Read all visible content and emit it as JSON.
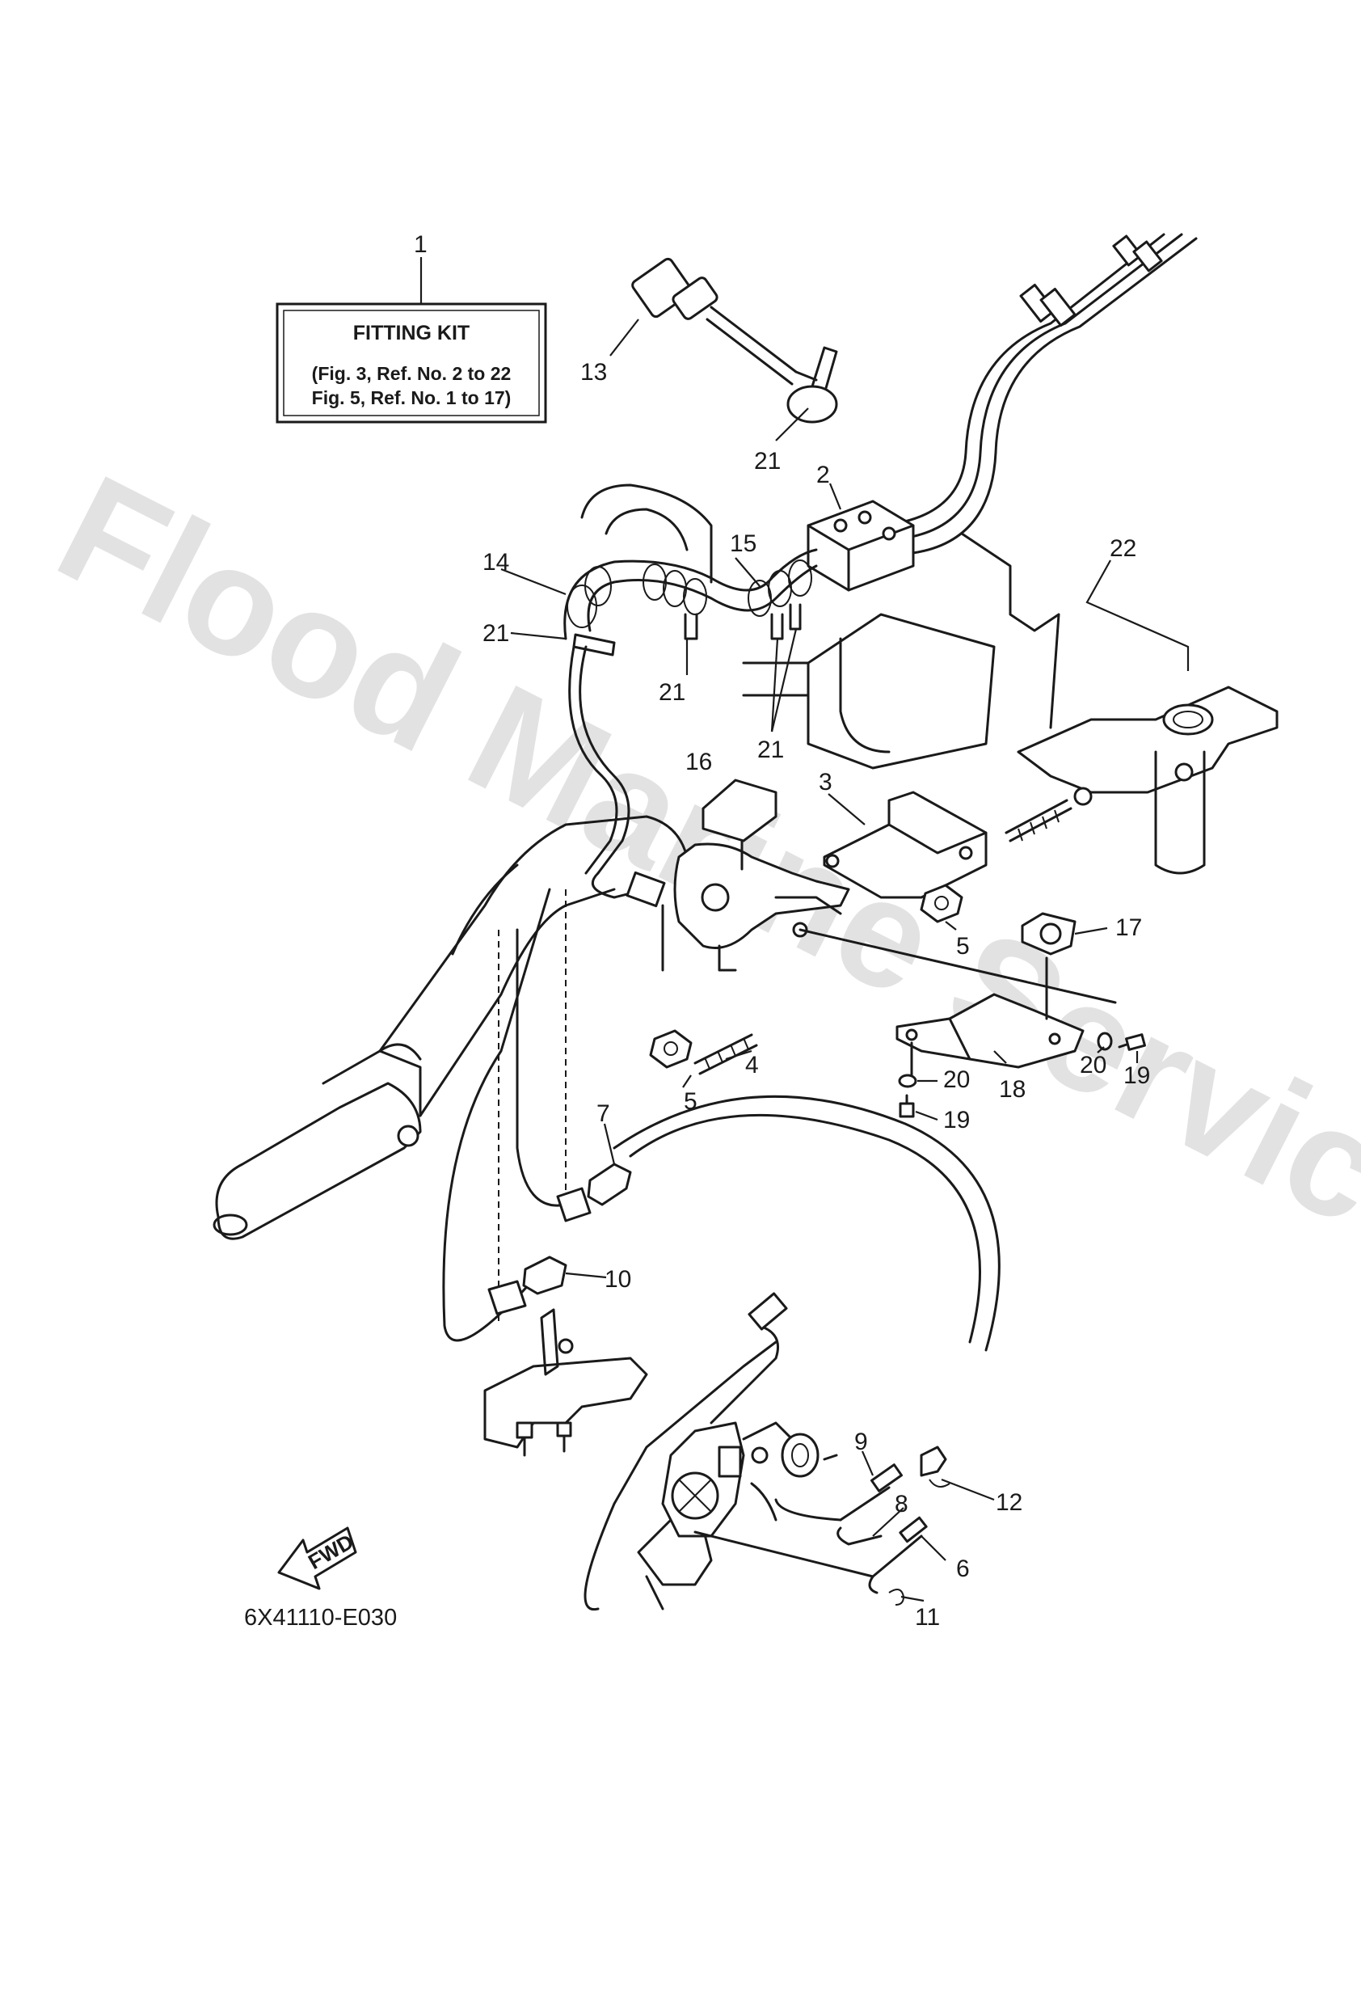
{
  "watermark": "Flood Marine Services",
  "fitting_kit": {
    "title": "FITTING KIT",
    "line1": "(Fig. 3, Ref. No. 2 to 22",
    "line2": "Fig. 5, Ref. No. 1 to 17)"
  },
  "diagram_code": "6X41110-E030",
  "fwd_label": "FWD",
  "callouts": {
    "c1": "1",
    "c2": "2",
    "c3": "3",
    "c4": "4",
    "c5a": "5",
    "c5b": "5",
    "c6": "6",
    "c7": "7",
    "c8": "8",
    "c9": "9",
    "c10": "10",
    "c11": "11",
    "c12": "12",
    "c13": "13",
    "c14": "14",
    "c15": "15",
    "c16": "16",
    "c17": "17",
    "c18": "18",
    "c19a": "19",
    "c19b": "19",
    "c20a": "20",
    "c20b": "20",
    "c21a": "21",
    "c21b": "21",
    "c21c": "21",
    "c21d": "21",
    "c22": "22"
  }
}
